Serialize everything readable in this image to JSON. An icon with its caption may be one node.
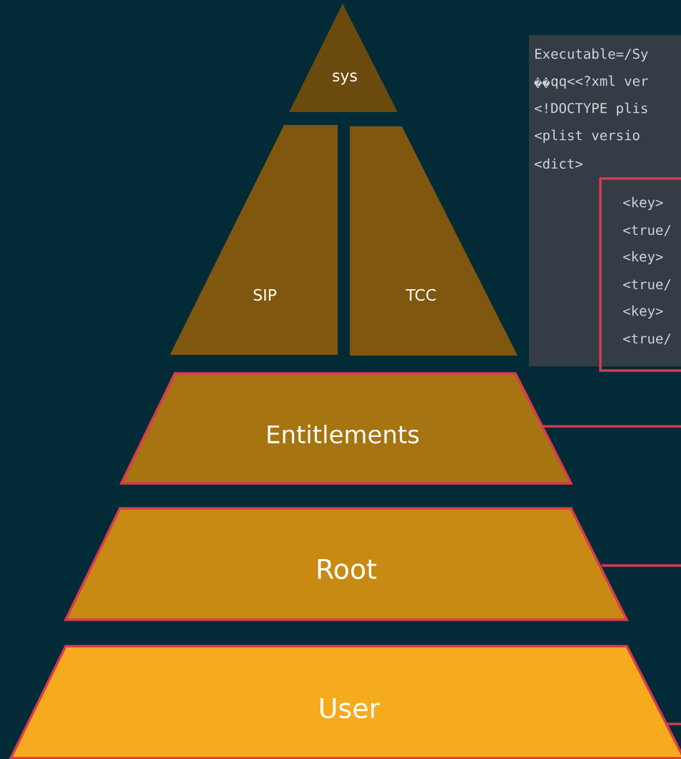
{
  "diagram": {
    "nodes": [
      {
        "text": [
          "sys"
        ]
      },
      {
        "text": [
          "SIP"
        ]
      },
      {
        "text": [
          "TCC"
        ]
      },
      {
        "text": [
          "Entitlements"
        ]
      },
      {
        "text": [
          "Root"
        ]
      },
      {
        "text": [
          "User"
        ]
      },
      {
        "text": [
          "Executable=/Sy",
          "qq<<?xml ver",
          "<!DOCTYPE plis",
          "<plist versio",
          "<dict>"
        ]
      },
      {
        "text": [
          "<key>",
          "<true/",
          "<key>",
          "<true/",
          "<key>",
          "<true/"
        ],
        "in": 6
      }
    ],
    "edges": [
      {
        "from": 3,
        "to": null,
        "arrow": "none"
      },
      {
        "from": 4,
        "to": null,
        "arrow": "none"
      },
      {
        "from": 5,
        "to": null,
        "arrow": "none"
      }
    ]
  }
}
